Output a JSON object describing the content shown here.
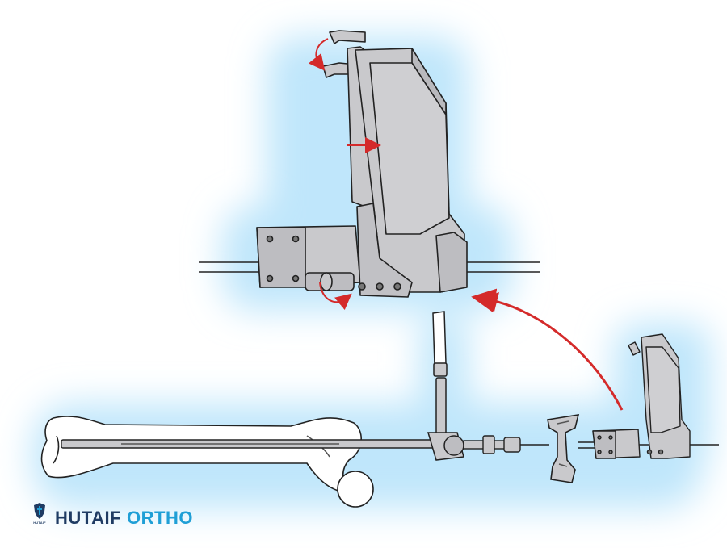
{
  "brand": {
    "name_part1": "HUTAIF",
    "name_part2": "ORTHO",
    "logo_text": "HUTAIF",
    "colors": {
      "dark": "#1f3b63",
      "accent": "#1f9fd6"
    }
  },
  "illustration": {
    "highlight_color": "#bfe6fb",
    "arrow_color": "#d42a2a",
    "part_fill": "#c9c9cc",
    "line_color": "#222222"
  }
}
